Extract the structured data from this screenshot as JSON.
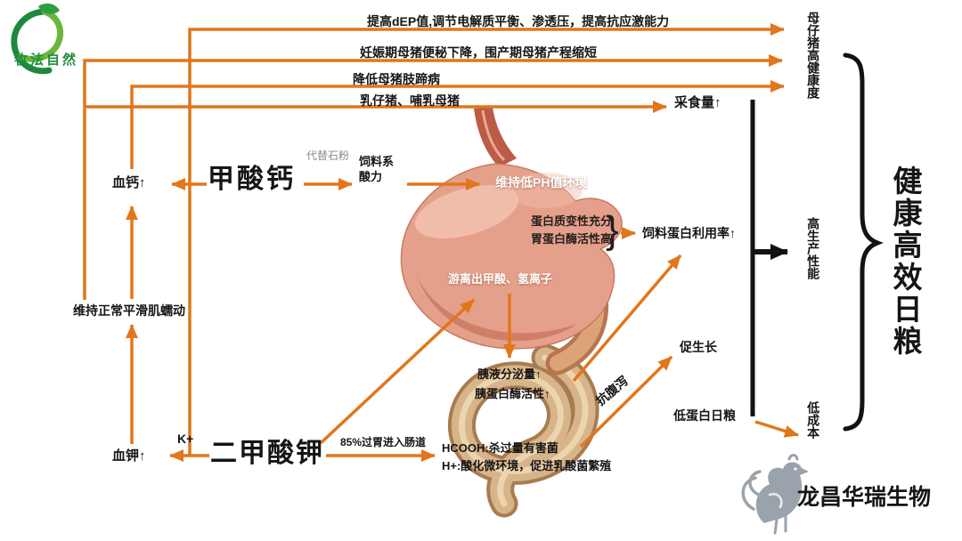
{
  "colors": {
    "arrow_orange": "#e2761b",
    "ink_black": "#121212",
    "brand_green": "#1e8c3c"
  },
  "brand": {
    "name": "牧法自然"
  },
  "company": {
    "name": "龙昌华瑞生物"
  },
  "top_effects": {
    "dep": "提高dEP值,调节电解质平衡、渗透压，提高抗应激能力",
    "constipation": "妊娠期母猪便秘下降，围产期母猪产程缩短",
    "hoof": "降低母猪肢蹄病",
    "pigs": "乳仔猪、哺乳母猪",
    "feed_intake": "采食量↑"
  },
  "calcium_path": {
    "blood_calcium": "血钙↑",
    "calcium_formate": "甲酸钙",
    "replace_limestone": "代替石粉",
    "acidity_l1": "饲料系",
    "acidity_l2": "酸力",
    "smooth_muscle": "维持正常平滑肌蠕动"
  },
  "potassium_path": {
    "blood_potassium": "血钾↑",
    "k_ion": "K+",
    "potassium_diformate": "二甲酸钾",
    "pass_rate": "85%过胃进入肠道"
  },
  "stomach_labels": {
    "low_ph": "维持低PH值环境",
    "protein_denaturation": "蛋白质变性充分",
    "pepsin_activity": "胃蛋白酶活性高",
    "brace": "}",
    "free_acid": "游离出甲酸、氢离子"
  },
  "intestine_labels": {
    "pancreatic_juice": "胰液分泌量↑",
    "trypsin_activity": "胰蛋白酶活性↑",
    "hcooh": "HCOOH:杀过量有害菌",
    "h_ion": "H+:酸化微环境，促进乳酸菌繁殖"
  },
  "outcomes": {
    "protein_utilization": "饲料蛋白利用率↑",
    "growth_promotion": "促生长",
    "anti_diarrhea": "抗腹泻",
    "low_protein_diet": "低蛋白日粮"
  },
  "right_results": {
    "sow_piglet_health": "母仔猪高健康度",
    "high_performance": "高生产性能",
    "low_cost": "低成本",
    "conclusion": "健康高效日粮"
  }
}
